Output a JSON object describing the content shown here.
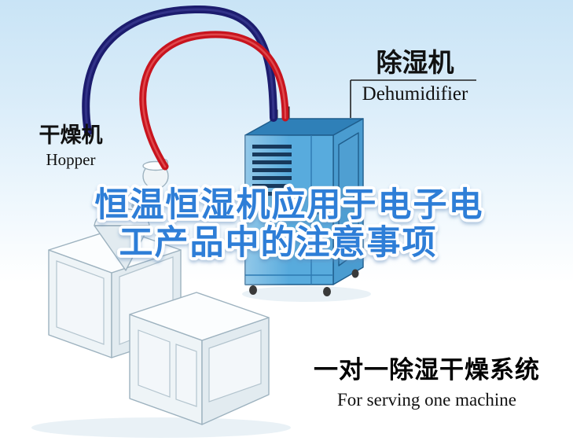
{
  "labels": {
    "hopper": {
      "zh": "干燥机",
      "en": "Hopper"
    },
    "dehumidifier": {
      "zh": "除湿机",
      "en": "Dehumidifier"
    }
  },
  "title": {
    "line1": "恒温恒湿机应用于电子电",
    "line2": "工产品中的注意事项"
  },
  "caption": {
    "zh": "一对一除湿干燥系统",
    "en": "For serving one machine"
  },
  "colors": {
    "sky_top": "#c9e4f6",
    "title_blue": "#2e7ed7",
    "pipe_red": "#c8141e",
    "pipe_navy": "#1c1c6e",
    "machine_front": "#58abdd",
    "machine_top": "#2f80b8",
    "machine_side": "#4a9cd0",
    "label_text": "#111111"
  }
}
